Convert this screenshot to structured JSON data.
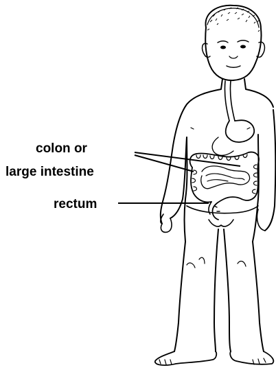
{
  "labels": {
    "colon_line1": "colon or",
    "colon_line2": "large intestine",
    "rectum": "rectum"
  },
  "colors": {
    "ink": "#000000",
    "background": "#ffffff"
  }
}
